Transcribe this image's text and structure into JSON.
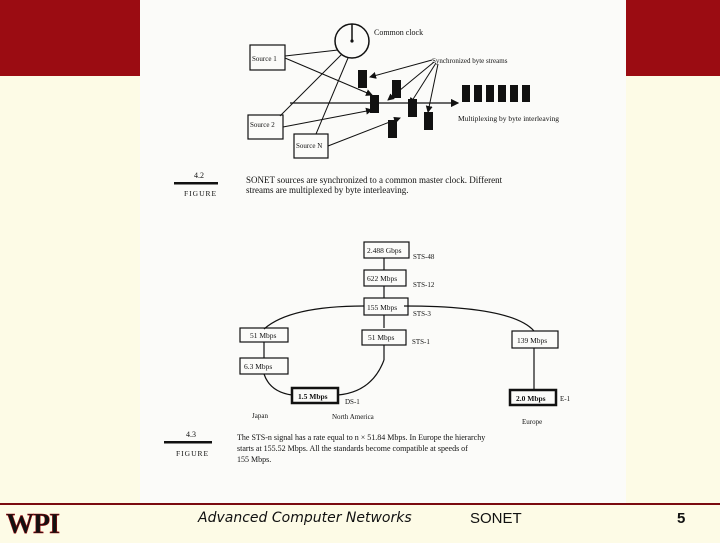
{
  "slide": {
    "brand_colors": {
      "band": "#9b0c12",
      "background": "#fdfbe6"
    },
    "logo_text": "WPI"
  },
  "figure_42": {
    "clock_label": "Common clock",
    "source1": "Source 1",
    "source2": "Source 2",
    "sourceN": "Source N",
    "sync_label": "Synchronized byte streams",
    "mux_label": "Multiplexing by byte interleaving",
    "fig_num": "4.2",
    "fig_word": "FIGURE",
    "caption_line1": "SONET sources are synchronized to a common master clock. Different",
    "caption_line2": "streams are multiplexed by byte interleaving."
  },
  "figure_43": {
    "b2488": "2.488 Gbps",
    "sts48": "STS-48",
    "b622": "622 Mbps",
    "sts12": "STS-12",
    "b155": "155 Mbps",
    "sts3": "STS-3",
    "b51l": "51 Mbps",
    "b51c": "51 Mbps",
    "sts1": "STS-1",
    "b139": "139 Mbps",
    "b63": "6.3 Mbps",
    "b15": "1.5 Mbps",
    "ds1": "DS-1",
    "b20": "2.0 Mbps",
    "e1": "E-1",
    "japan": "Japan",
    "northamerica": "North America",
    "europe": "Europe",
    "fig_num": "4.3",
    "fig_word": "FIGURE",
    "caption_line1": "The STS-n signal has a rate equal to n × 51.84 Mbps. In Europe the hierarchy",
    "caption_line2": "starts at 155.52 Mbps. All the standards become compatible at speeds of",
    "caption_line3": "155 Mbps."
  },
  "footer": {
    "course": "Advanced Computer Networks",
    "topic": "SONET",
    "page": "5"
  }
}
